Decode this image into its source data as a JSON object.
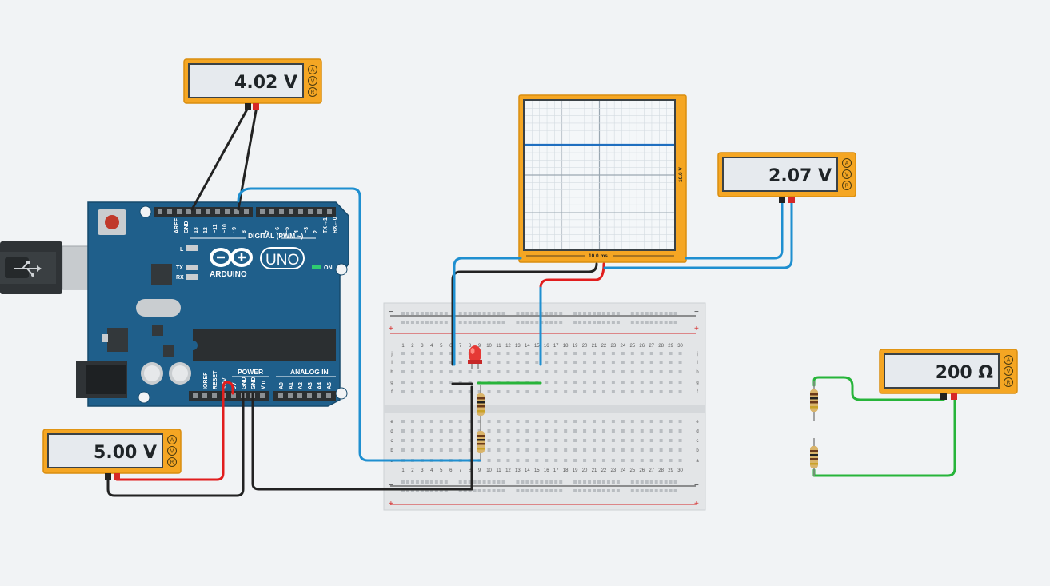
{
  "multimeters": {
    "top": {
      "value": "4.02 V"
    },
    "right": {
      "value": "2.07 V"
    },
    "ohm": {
      "value": "200 Ω"
    },
    "bottom": {
      "value": "5.00 V"
    }
  },
  "meter_modes": [
    "A",
    "V",
    "R"
  ],
  "oscilloscope": {
    "v_scale": "10.0 V",
    "t_scale": "10.0 ms"
  },
  "arduino": {
    "brand": "ARDUINO",
    "model": "UNO",
    "digital_label": "DIGITAL (PWM ~)",
    "power_label": "POWER",
    "analog_label": "ANALOG IN",
    "on_label": "ON",
    "led_labels": [
      "L",
      "TX",
      "RX"
    ],
    "digital_pins": [
      "AREF",
      "GND",
      "13",
      "12",
      "~11",
      "~10",
      "~9",
      "8",
      "7",
      "~6",
      "~5",
      "4",
      "~3",
      "2",
      "TX→1",
      "RX←0"
    ],
    "power_pins": [
      "IOREF",
      "RESET",
      "3.3V",
      "5V",
      "GND",
      "GND",
      "Vin"
    ],
    "analog_pins": [
      "A0",
      "A1",
      "A2",
      "A3",
      "A4",
      "A5"
    ]
  },
  "breadboard": {
    "columns": [
      "1",
      "2",
      "3",
      "4",
      "5",
      "6",
      "7",
      "8",
      "9",
      "10",
      "11",
      "12",
      "13",
      "14",
      "15",
      "16",
      "17",
      "18",
      "19",
      "20",
      "21",
      "22",
      "23",
      "24",
      "25",
      "26",
      "27",
      "28",
      "29",
      "30"
    ],
    "rows_top": [
      "j",
      "i",
      "h",
      "g",
      "f"
    ],
    "rows_bottom": [
      "e",
      "d",
      "c",
      "b",
      "a"
    ],
    "rail_minus": "−",
    "rail_plus": "+"
  },
  "colors": {
    "meter_orange": "#f5a623",
    "arduino_blue": "#1f5f8b",
    "wire_blue": "#1f8fd0",
    "wire_red": "#e11d1d",
    "wire_green": "#27b43a",
    "trace_blue": "#1f6fc0",
    "led_red": "#e53935"
  }
}
